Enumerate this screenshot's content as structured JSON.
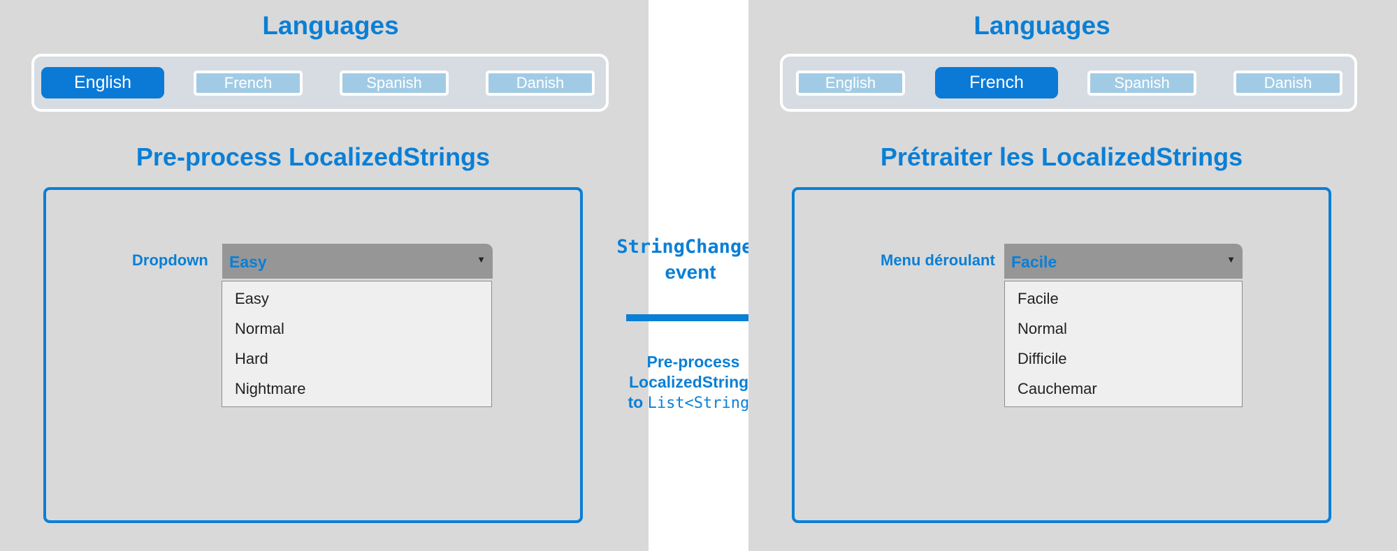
{
  "left": {
    "languages_title": "Languages",
    "languages": [
      {
        "label": "English",
        "active": true
      },
      {
        "label": "French",
        "active": false
      },
      {
        "label": "Spanish",
        "active": false
      },
      {
        "label": "Danish",
        "active": false
      }
    ],
    "section_title": "Pre-process LocalizedStrings",
    "dropdown_label": "Dropdown",
    "dropdown_value": "Easy",
    "options": [
      "Easy",
      "Normal",
      "Hard",
      "Nightmare"
    ]
  },
  "right": {
    "languages_title": "Languages",
    "languages": [
      {
        "label": "English",
        "active": false
      },
      {
        "label": "French",
        "active": true
      },
      {
        "label": "Spanish",
        "active": false
      },
      {
        "label": "Danish",
        "active": false
      }
    ],
    "section_title": "Prétraiter les LocalizedStrings",
    "dropdown_label": "Menu déroulant",
    "dropdown_value": "Facile",
    "options": [
      "Facile",
      "Normal",
      "Difficile",
      "Cauchemar"
    ]
  },
  "middle": {
    "event_code": "StringChanged",
    "event_word": "event",
    "step_line1": "Pre-process",
    "step_line2": "LocalizedStrings",
    "step_to": "to",
    "step_code": "List<String>"
  },
  "colors": {
    "accent": "#0a7fd6",
    "panel_bg": "#d9d9d9",
    "inactive_button": "#a1cbe5",
    "dropdown_box": "#969696",
    "dropdown_list": "#efefef"
  },
  "icons": [
    "dropdown-caret-icon",
    "right-arrow-icon"
  ]
}
